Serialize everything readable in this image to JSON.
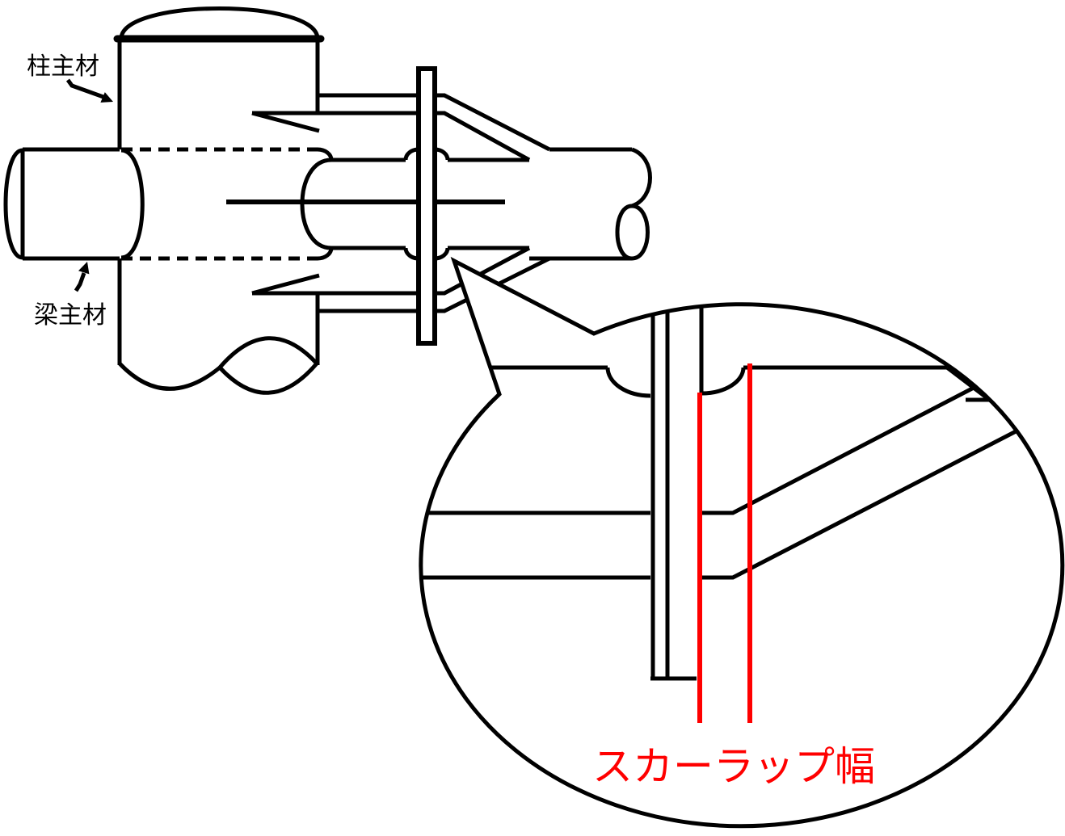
{
  "labels": {
    "column_main_member": "柱主材",
    "beam_main_member": "梁主材",
    "scallop_width": "スカーラップ幅"
  },
  "colors": {
    "line": "#000000",
    "highlight": "#ff0000",
    "background": "#ffffff"
  }
}
